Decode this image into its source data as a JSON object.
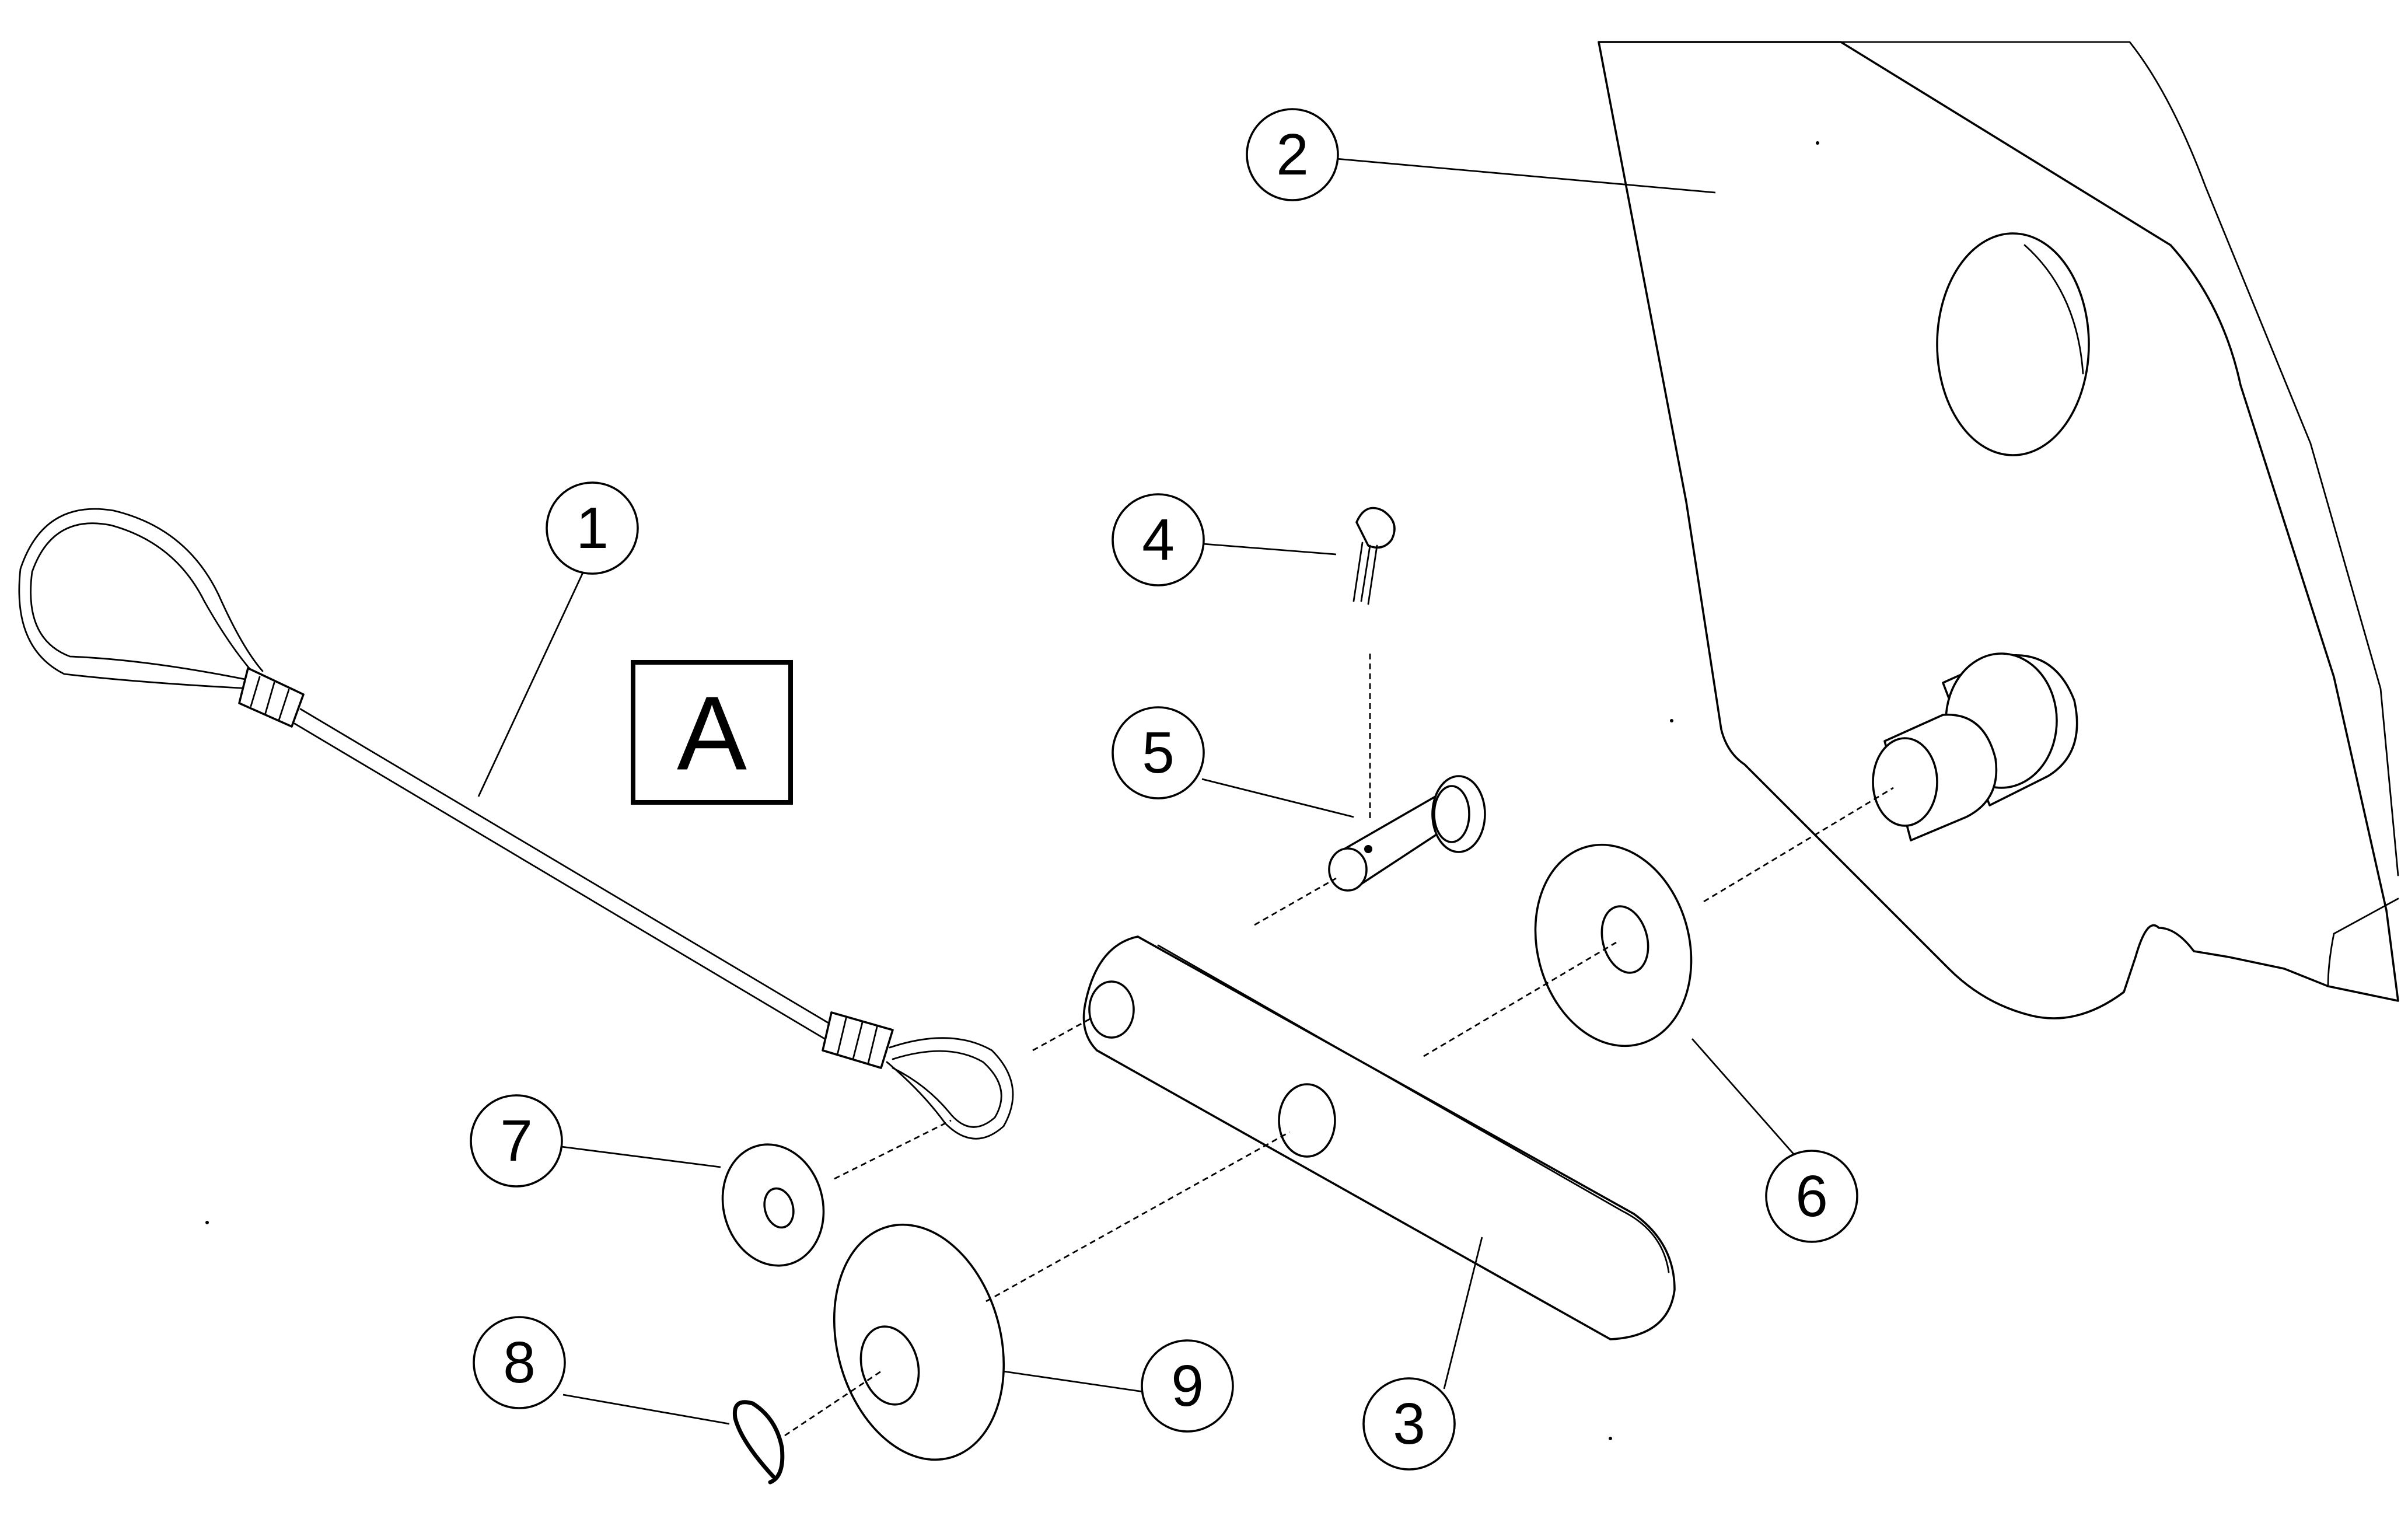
{
  "view_label": "A",
  "callouts": [
    {
      "number": "1",
      "part": "lanyard-cable"
    },
    {
      "number": "2",
      "part": "bracket-frame"
    },
    {
      "number": "3",
      "part": "link-bar"
    },
    {
      "number": "4",
      "part": "cotter-pin"
    },
    {
      "number": "5",
      "part": "clevis-pin"
    },
    {
      "number": "6",
      "part": "flat-washer"
    },
    {
      "number": "7",
      "part": "small-washer"
    },
    {
      "number": "8",
      "part": "snap-ring"
    },
    {
      "number": "9",
      "part": "large-washer"
    }
  ],
  "colors": {
    "line": "#000000",
    "background": "#ffffff"
  }
}
